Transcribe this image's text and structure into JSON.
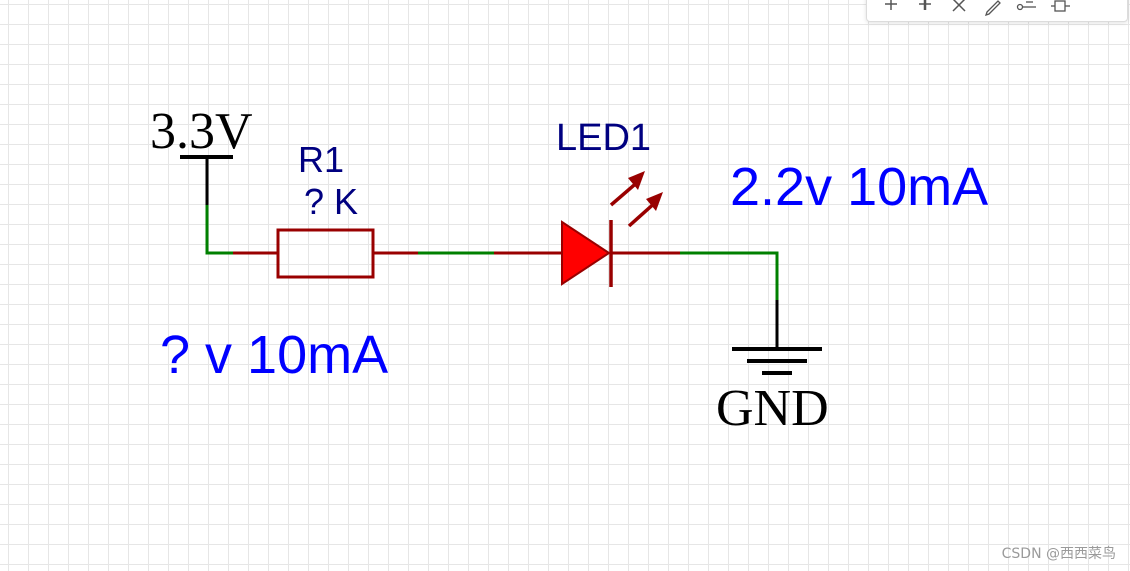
{
  "supply": {
    "label": "3.3V"
  },
  "resistor": {
    "ref": "R1",
    "value": "? K"
  },
  "led": {
    "ref": "LED1"
  },
  "led_spec": {
    "text": "2.2v 10mA"
  },
  "resistor_spec": {
    "text": "? v 10mA"
  },
  "ground": {
    "label": "GND"
  },
  "watermark": {
    "text": "CSDN @西西菜鸟"
  },
  "toolbar": {
    "tools": [
      "wire-tool-icon",
      "bus-tool-icon",
      "no-connect-icon",
      "pencil-icon",
      "net-label-icon",
      "component-icon"
    ]
  },
  "colors": {
    "wire": "#008000",
    "component": "#990000",
    "led_fill": "#ff0000",
    "label": "#000080",
    "annotation": "#0000ff",
    "power": "#000000"
  }
}
